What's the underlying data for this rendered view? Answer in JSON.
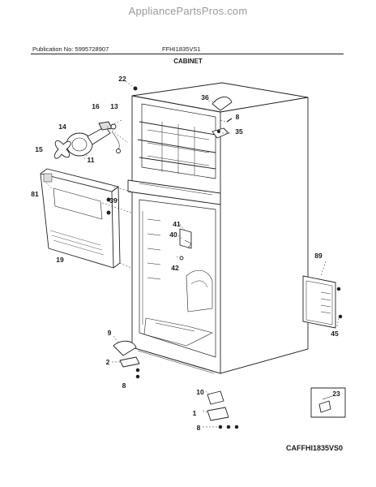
{
  "header": {
    "watermark": "AppliancePartsPros.com",
    "publication": "Publication No: 5995728907",
    "model": "FFHI1835VS1",
    "section_title": "CABINET"
  },
  "callouts": [
    "22",
    "36",
    "16",
    "13",
    "8",
    "35",
    "14",
    "15",
    "11",
    "81",
    "39",
    "41",
    "40",
    "42",
    "19",
    "89",
    "45",
    "9",
    "2",
    "8",
    "10",
    "1",
    "8",
    "23"
  ],
  "footer": {
    "drawing_code": "CAFFHI1835VS0"
  }
}
